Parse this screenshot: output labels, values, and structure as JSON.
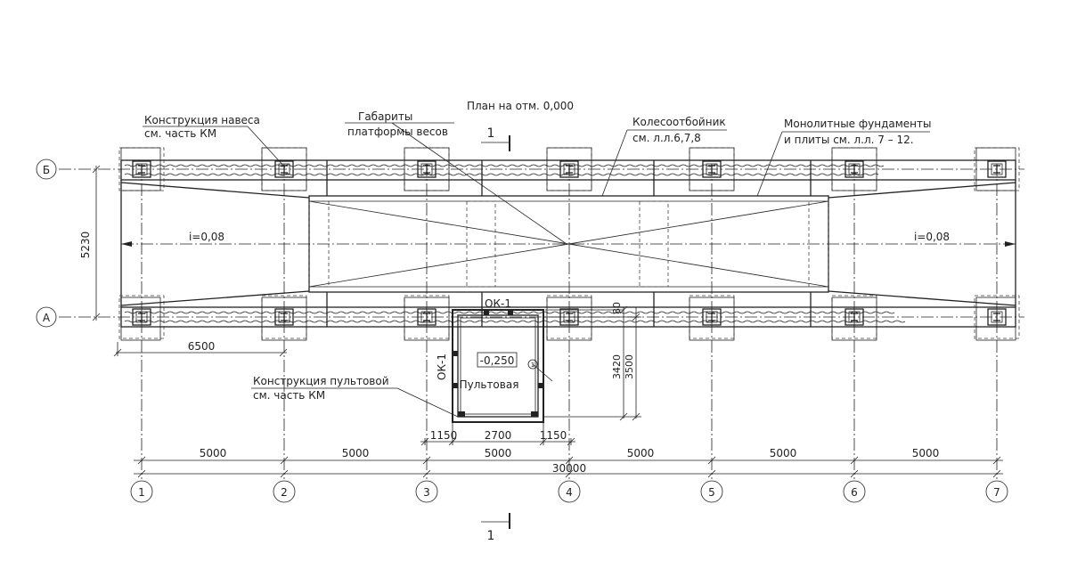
{
  "plan_title": "План на отм. 0,000",
  "section": {
    "label": "1"
  },
  "axes": {
    "numeric": [
      "1",
      "2",
      "3",
      "4",
      "5",
      "6",
      "7"
    ],
    "letters": [
      "Б",
      "А"
    ]
  },
  "dimensions": {
    "spans": [
      "5000",
      "5000",
      "5000",
      "5000",
      "5000",
      "5000"
    ],
    "total": "30000",
    "width": "5230",
    "offset": "6500",
    "booth_w": [
      "1150",
      "2700",
      "1150"
    ],
    "booth_h": [
      "3420",
      "3500"
    ],
    "booth_gap": "80"
  },
  "slope": {
    "left": "i=0,08",
    "right": "i=0,08"
  },
  "leaders": {
    "canopy": [
      "Конструкция навеса",
      "см. часть КМ"
    ],
    "platform": [
      "Габариты",
      "платформы весов"
    ],
    "wheel_guard": [
      "Колесоотбойник",
      "см. л.л.6,7,8"
    ],
    "foundations": [
      "Монолитные фундаменты",
      "и плиты см. л.л. 7 – 12."
    ],
    "booth_structure": [
      "Конструкция пультовой",
      "см. часть КМ"
    ]
  },
  "booth": {
    "name": "Пультовая",
    "elevation": "-0,250",
    "window_top": "ОК-1",
    "window_side": "ОК-1",
    "marker": "1"
  }
}
